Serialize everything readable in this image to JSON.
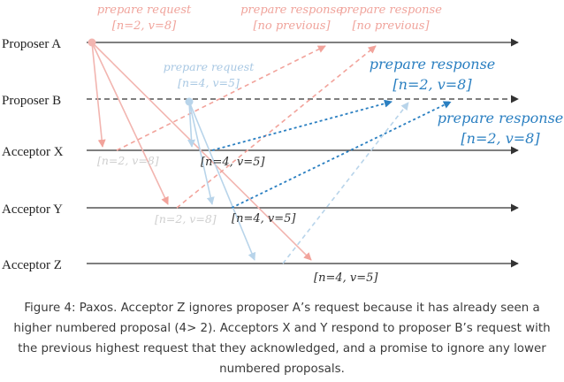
{
  "lanes": {
    "proposer_a": "Proposer A",
    "proposer_b": "Proposer B",
    "acceptor_x": "Acceptor X",
    "acceptor_y": "Acceptor Y",
    "acceptor_z": "Acceptor Z"
  },
  "annotations": {
    "a_request_line1": "prepare request",
    "a_request_line2": "[n=2, v=8]",
    "a_response1_line1": "prepare response",
    "a_response1_line2": "[no previous]",
    "a_response2_line1": "prepare response",
    "a_response2_line2": "[no previous]",
    "b_request_line1": "prepare request",
    "b_request_line2": "[n=4, v=5]",
    "b_response1_line1": "prepare response",
    "b_response1_line2": "[n=2, v=8]",
    "b_response2_line1": "prepare response",
    "b_response2_line2": "[n=2, v=8]",
    "x_a_label": "[n=2, v=8]",
    "x_b_label": "[n=4, v=5]",
    "y_a_label": "[n=2, v=8]",
    "y_b_label": "[n=4, v=5]",
    "z_label": "[n=4, v=5]"
  },
  "colors": {
    "proposer_a_msgs": "#f2b5b0",
    "proposer_a_text": "#f0a49c",
    "proposer_b_msgs": "#b8d4ea",
    "proposer_b_text": "#a9c8e3",
    "b_response_strong": "#2a7fc1",
    "timeline": "#333333"
  },
  "caption": "Figure 4: Paxos. Acceptor Z ignores proposer A’s request because it has already seen a higher numbered proposal (4> 2). Acceptors X and Y respond to proposer B’s request with the previous highest request that they acknowledged, and a promise to ignore any lower numbered proposals."
}
